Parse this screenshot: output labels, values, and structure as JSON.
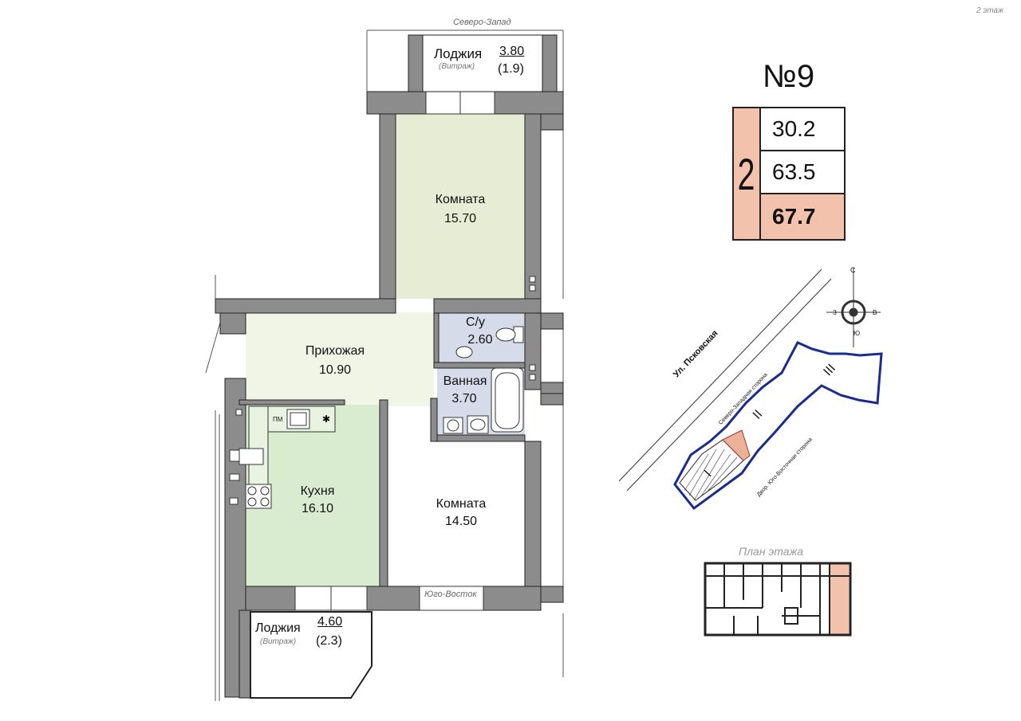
{
  "floor_label": "2 этаж",
  "north_west_label": "Северо-Запад",
  "south_east_label": "Юго-Восток",
  "rooms": {
    "loggia_top": {
      "name": "Лоджия",
      "note": "(Витраж)",
      "area": "3.80",
      "area_reduced": "(1.9)"
    },
    "room1": {
      "name": "Комната",
      "area": "15.70"
    },
    "hall": {
      "name": "Прихожая",
      "area": "10.90"
    },
    "wc": {
      "name": "С/у",
      "area": "2.60"
    },
    "bath": {
      "name": "Ванная",
      "area": "3.70"
    },
    "kitchen": {
      "name": "Кухня",
      "area": "16.10",
      "fridge": "ПМ"
    },
    "room2": {
      "name": "Комната",
      "area": "14.50"
    },
    "loggia_bottom": {
      "name": "Лоджия",
      "note": "(Витраж)",
      "area": "4.60",
      "area_reduced": "(2.3)"
    }
  },
  "apartment": {
    "number": "№9",
    "rooms_count": "2",
    "living_area": "30.2",
    "total_area": "63.5",
    "total_with_loggia": "67.7"
  },
  "site_plan": {
    "street": "Ул. Псковская",
    "nw_side": "Северо-Западная сторона",
    "courtyard": "Двор. Юго-Восточная сторона",
    "sections": [
      "I",
      "II",
      "III"
    ],
    "compass": {
      "n": "С",
      "s": "Ю",
      "e": "В",
      "w": "З"
    }
  },
  "floor_plan": {
    "title": "План этажа"
  },
  "colors": {
    "wall": "#8c8c8c",
    "kitchen": "#d9ecd0",
    "bathroom": "#d5dbe9",
    "hall": "#f0f5e6",
    "highlight": "#f3c2ad",
    "building_outline": "#1a2c8c"
  }
}
